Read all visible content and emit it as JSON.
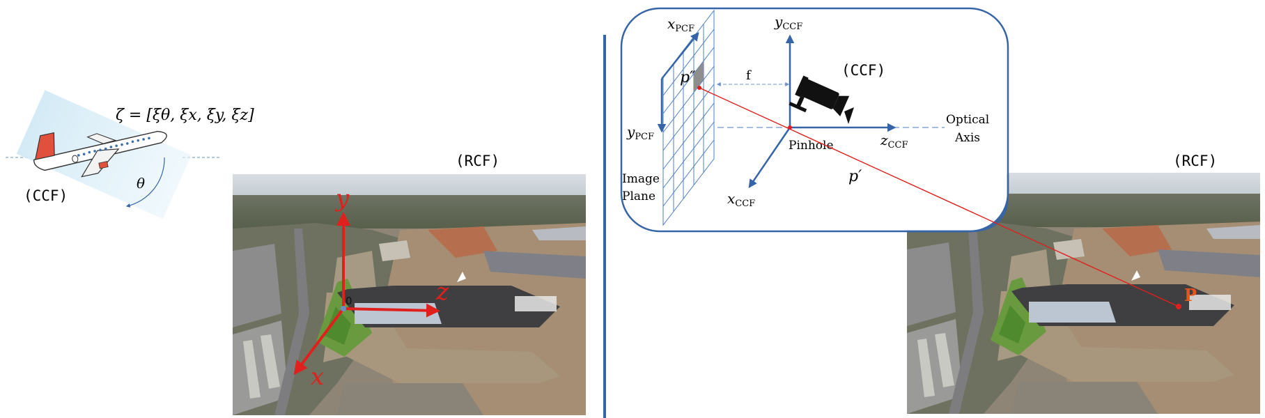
{
  "left_panel": {
    "zeta_equation": "ζ = [ξθ, ξx, ξy, ξz]",
    "ccf_label": "(CCF)",
    "theta_label": "θ",
    "rcf_label": "(RCF)",
    "origin_label": "0",
    "axis_y": "y",
    "axis_z": "z",
    "axis_x": "x"
  },
  "right_panel": {
    "x_pcf": {
      "base": "x",
      "sub": "PCF"
    },
    "y_pcf": {
      "base": "y",
      "sub": "PCF"
    },
    "y_ccf": {
      "base": "y",
      "sub": "CCF"
    },
    "z_ccf": {
      "base": "z",
      "sub": "CCF"
    },
    "x_ccf": {
      "base": "x",
      "sub": "CCF"
    },
    "ccf_label": "(CCF)",
    "p_double_prime": "p″",
    "p_prime": "p′",
    "focal_label": "f",
    "pinhole_label": "Pinhole",
    "optical_axis_line1": "Optical",
    "optical_axis_line2": "Axis",
    "image_plane_line1": "Image",
    "image_plane_line2": "Plane",
    "rcf_label": "(RCF)",
    "point_label": "P"
  },
  "colors": {
    "axis_red": "#e0201c",
    "frame_blue": "#3565a8",
    "divider_blue": "#3565a8",
    "plane_blue": "#3f6fb5",
    "point_orange": "#e8541c",
    "airplane_red": "#e0503c",
    "sky_tint": "#d6ecf7"
  },
  "icons": [
    "airplane-icon",
    "security-camera-icon"
  ]
}
